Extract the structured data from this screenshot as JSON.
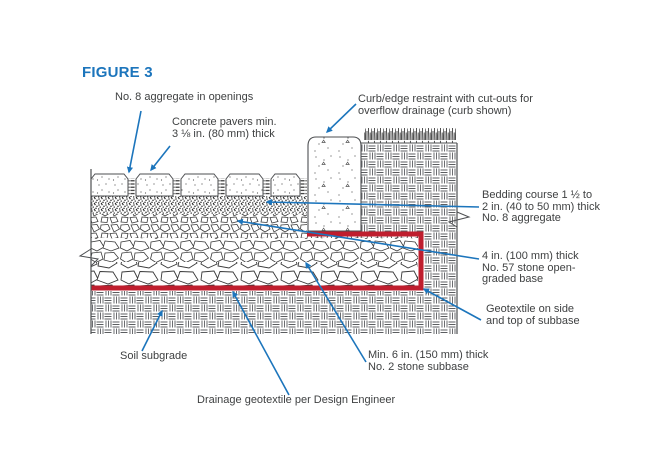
{
  "figure": {
    "title": "FIGURE 3"
  },
  "colors": {
    "accent_blue": "#1C75BC",
    "geotextile_red": "#BF1E2E",
    "text_gray": "#3F4142",
    "line_gray": "#4D4F52"
  },
  "labels": {
    "aggregate_openings": "No. 8 aggregate in openings",
    "concrete_pavers": "Concrete pavers min.\n3 ⅛ in. (80 mm) thick",
    "curb": "Curb/edge restraint with cut-outs for\noverflow drainage (curb shown)",
    "bedding": "Bedding course 1 ½ to\n2 in. (40 to 50 mm) thick\nNo. 8 aggregate",
    "base": "4 in. (100 mm) thick\nNo. 57 stone open-\ngraded base",
    "geotextile_side": "Geotextile on side\nand top of subbase",
    "subbase": "Min. 6 in. (150 mm) thick\nNo. 2 stone subbase",
    "soil": "Soil subgrade",
    "drainage": "Drainage geotextile per Design Engineer"
  }
}
